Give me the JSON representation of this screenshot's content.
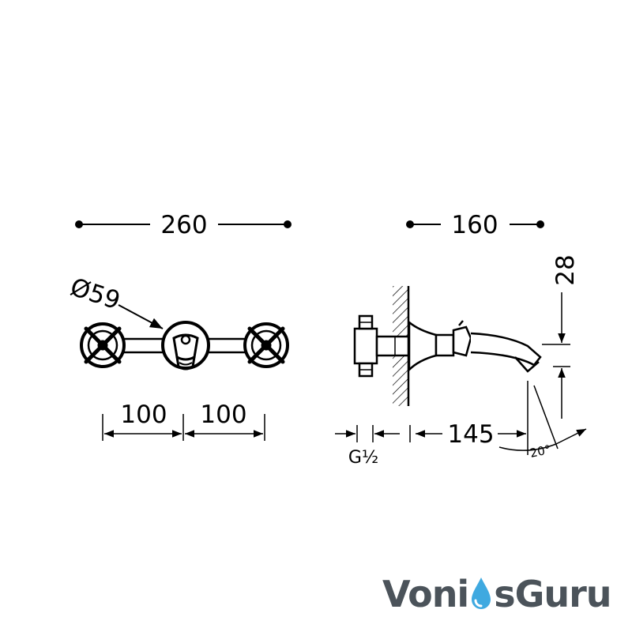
{
  "dimensions": {
    "front_width": "260",
    "side_depth": "160",
    "knob_diameter": "Ø59",
    "spacing_left": "100",
    "spacing_right": "100",
    "spout_reach": "145",
    "height_offset": "28",
    "thread": "G½",
    "angle": "20°"
  },
  "logo": {
    "text_before": "Voni",
    "text_after": "sGuru",
    "color": "#4b535a",
    "drop_color": "#3fa9e0"
  }
}
